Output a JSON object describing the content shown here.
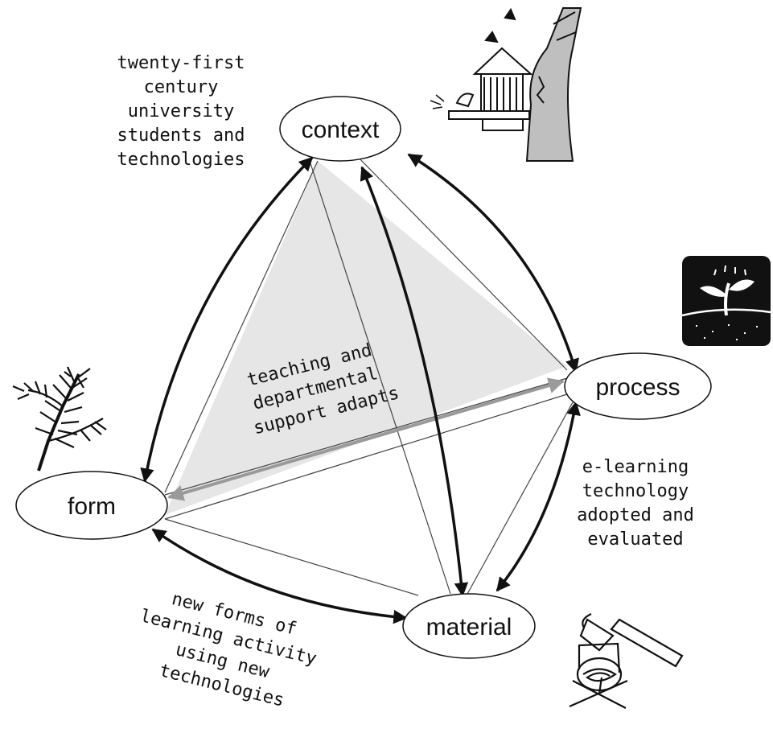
{
  "nodes": {
    "context": "context",
    "process": "process",
    "form": "form",
    "material": "material"
  },
  "annotations": {
    "context_note": [
      "twenty-first",
      "century",
      "university",
      "students and",
      "technologies"
    ],
    "center_note": [
      "teaching and",
      "departmental",
      "support adapts"
    ],
    "process_note": [
      "e-learning",
      "technology",
      "adopted and",
      "evaluated"
    ],
    "material_note": [
      "new forms of",
      "learning activity",
      "using new",
      "technologies"
    ]
  },
  "icons": {
    "context": "birdhouse-tree-icon",
    "process": "sprouting-seedling-icon",
    "form": "leafy-branch-icon",
    "material": "axe-and-log-icon"
  },
  "colors": {
    "ink": "#111111",
    "shade": "#e6e6e6",
    "grey_arrow": "#9a9a9a"
  }
}
